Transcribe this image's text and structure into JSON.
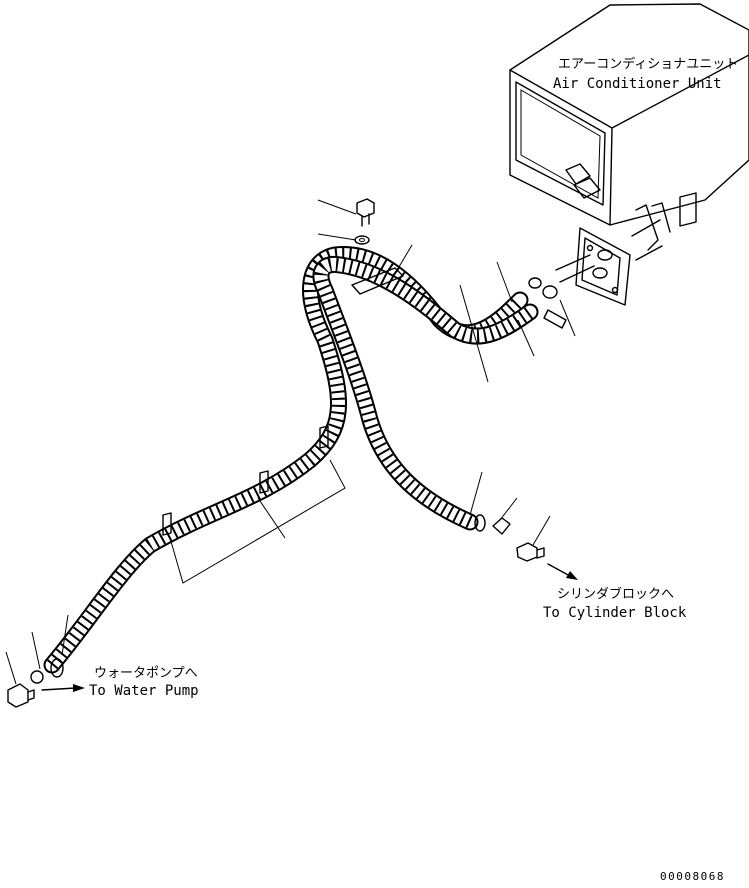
{
  "labels": {
    "air_conditioner_jp": "エアーコンディショナユニット",
    "air_conditioner_en": "Air Conditioner Unit",
    "cylinder_block_jp": "シリンダブロックへ",
    "cylinder_block_en": "To Cylinder Block",
    "water_pump_jp": "ウォータポンプへ",
    "water_pump_en": "To Water Pump"
  },
  "figure_number": "00008068"
}
